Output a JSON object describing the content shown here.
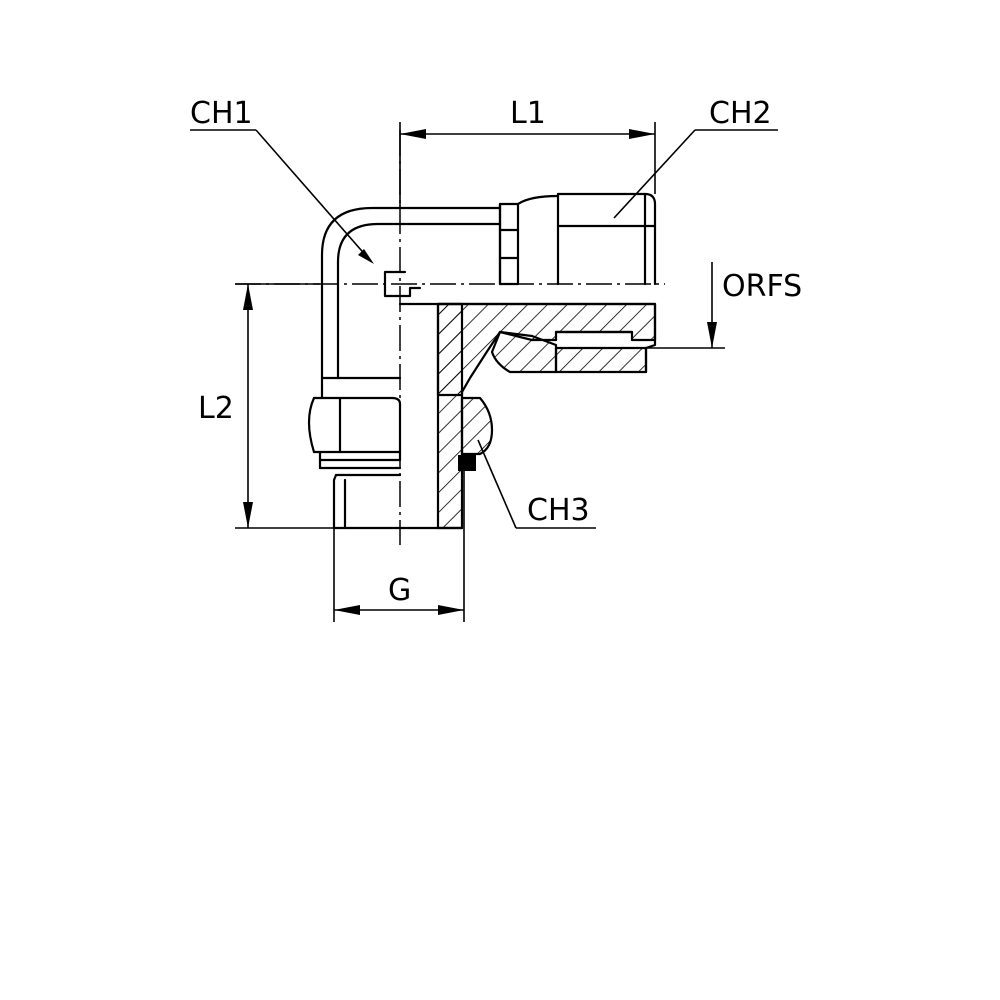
{
  "labels": {
    "ch1": "CH1",
    "ch2": "CH2",
    "ch3": "CH3",
    "l1": "L1",
    "l2": "L2",
    "g": "G",
    "orfs": "ORFS"
  }
}
